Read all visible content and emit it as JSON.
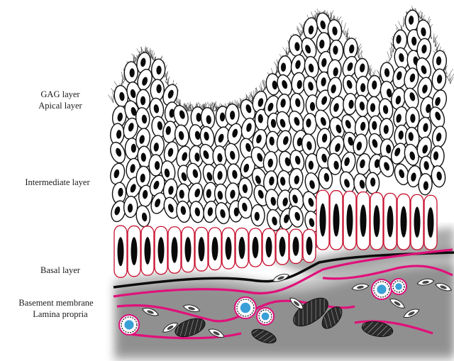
{
  "labels": {
    "gag": "GAG layer",
    "apical": "Apical layer",
    "intermediate": "Intermediate layer",
    "basal": "Basal layer",
    "basement": "Basement membrane",
    "lamina": "Lamina propria"
  },
  "colors": {
    "cell_outline": "#111111",
    "nucleus": "#0a0a0a",
    "basal_outline": "#c8102e",
    "membrane": "#e0107a",
    "vessel_core": "#3a9fd6",
    "stroma": "#333333"
  }
}
